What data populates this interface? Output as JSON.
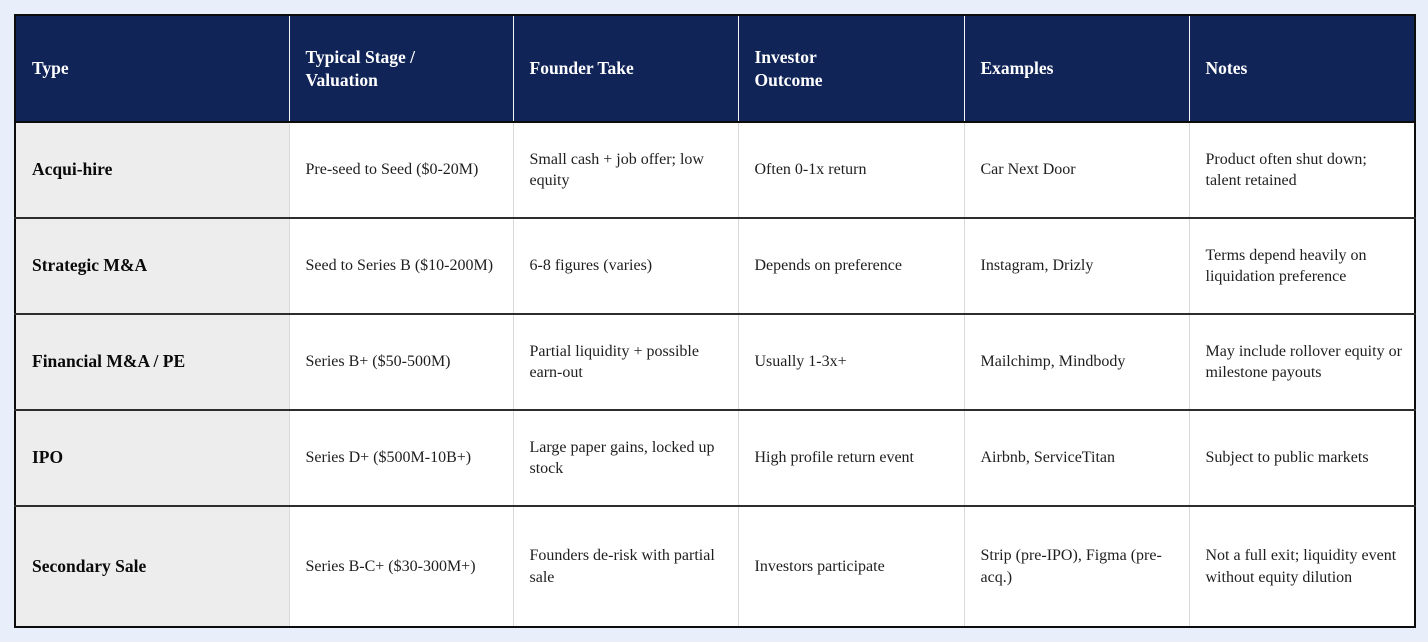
{
  "page": {
    "background_color": "#e9eefb"
  },
  "table": {
    "title_semantic": "Startup exit types comparison table",
    "header_bg_color": "#102457",
    "header_text_color": "#ffffff",
    "type_column_bg_color": "#ededed",
    "outer_border_color": "#0c0c0c",
    "row_divider_color": "#2d2d2d",
    "column_divider_color": "#d9d9d9",
    "headers": [
      "Type",
      "Typical Stage /\nValuation",
      "Founder Take",
      "Investor\nOutcome",
      "Examples",
      "Notes"
    ],
    "rows": [
      {
        "type": "Acqui-hire",
        "stage_valuation": "Pre-seed to Seed ($0-20M)",
        "founder_take": "Small cash + job offer; low equity",
        "investor_outcome": "Often 0-1x return",
        "examples": "Car Next Door",
        "notes": "Product often shut down; talent retained"
      },
      {
        "type": "Strategic M&A",
        "stage_valuation": "Seed to Series B ($10-200M)",
        "founder_take": "6-8 figures (varies)",
        "investor_outcome": "Depends on preference",
        "examples": "Instagram, Drizly",
        "notes": "Terms depend heavily on liquidation preference"
      },
      {
        "type": "Financial M&A / PE",
        "stage_valuation": "Series B+ ($50-500M)",
        "founder_take": "Partial liquidity + possible earn-out",
        "investor_outcome": "Usually 1-3x+",
        "examples": "Mailchimp, Mindbody",
        "notes": "May include rollover equity or milestone payouts"
      },
      {
        "type": "IPO",
        "stage_valuation": "Series D+ ($500M-10B+)",
        "founder_take": "Large paper gains, locked up stock",
        "investor_outcome": "High profile return event",
        "examples": "Airbnb, ServiceTitan",
        "notes": "Subject to public markets"
      },
      {
        "type": "Secondary Sale",
        "stage_valuation": "Series B-C+ ($30-300M+)",
        "founder_take": "Founders de-risk with partial sale",
        "investor_outcome": "Investors participate",
        "examples": "Strip (pre-IPO), Figma (pre-acq.)",
        "notes": "Not a full exit; liquidity event without equity dilution"
      }
    ]
  }
}
